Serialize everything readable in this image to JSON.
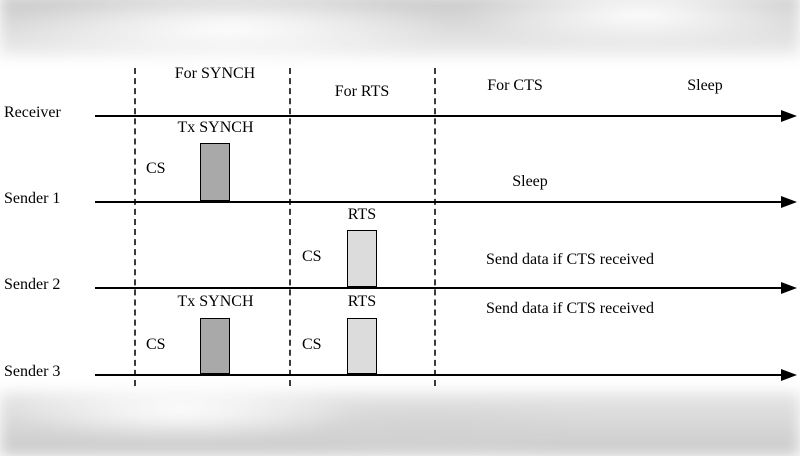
{
  "colors": {
    "pulse_dark": "#a9a9a9",
    "pulse_light": "#dcdcdc",
    "line": "#000000",
    "background": "#ffffff"
  },
  "phases": [
    {
      "label": "For SYNCH"
    },
    {
      "label": "For RTS"
    },
    {
      "label": "For CTS"
    },
    {
      "label": "Sleep"
    }
  ],
  "rows": [
    {
      "label": "Receiver"
    },
    {
      "label": "Sender 1",
      "cs": "CS",
      "pulse": "Tx SYNCH",
      "note": "Sleep"
    },
    {
      "label": "Sender 2",
      "cs": "CS",
      "pulse": "RTS",
      "note": "Send data if CTS received"
    },
    {
      "label": "Sender 3",
      "cs1": "CS",
      "pulse1": "Tx SYNCH",
      "cs2": "CS",
      "pulse2": "RTS",
      "note": "Send data if CTS received"
    }
  ]
}
